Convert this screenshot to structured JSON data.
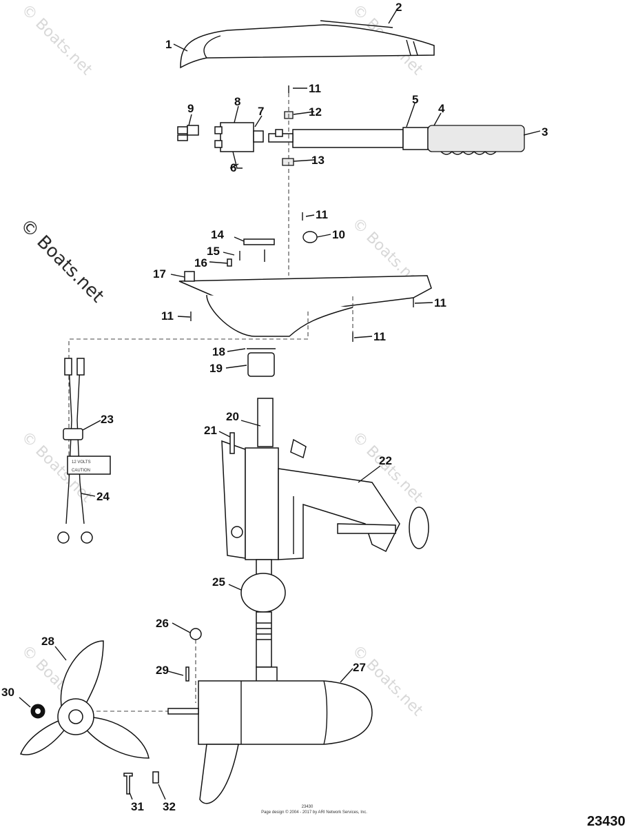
{
  "watermark": "© Boats.net",
  "diagram_number": "23430",
  "label_12v_line1": "12 VOLTS",
  "label_12v_line2": "CAUTION",
  "footer_line1": "23430",
  "footer_line2": "Page design © 2004 - 2017 by ARI Network Services, Inc.",
  "callouts": [
    "1",
    "2",
    "3",
    "4",
    "5",
    "6",
    "7",
    "8",
    "9",
    "10",
    "11",
    "12",
    "13",
    "14",
    "15",
    "16",
    "17",
    "18",
    "19",
    "20",
    "21",
    "22",
    "23",
    "24",
    "25",
    "26",
    "27",
    "28",
    "29",
    "30",
    "31",
    "32"
  ]
}
